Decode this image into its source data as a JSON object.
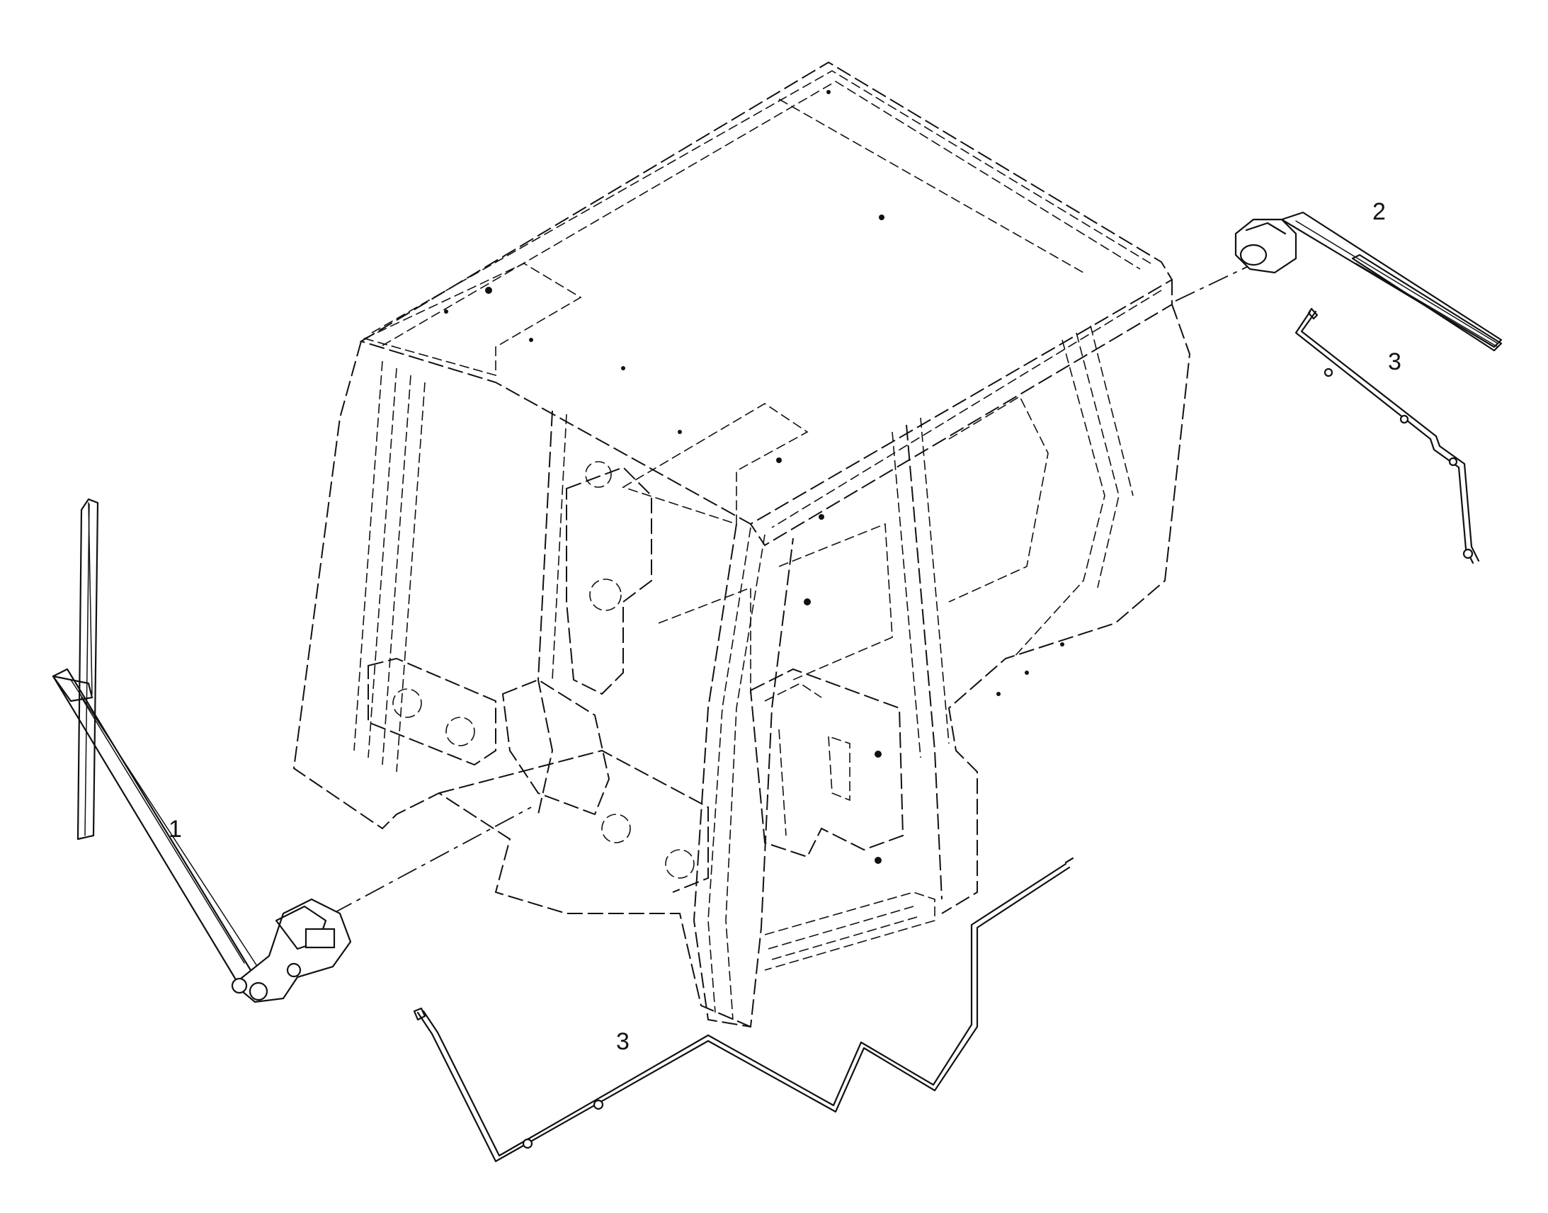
{
  "callouts": [
    {
      "id": "1",
      "label": "1"
    },
    {
      "id": "2",
      "label": "2"
    },
    {
      "id": "3",
      "label": "3"
    },
    {
      "id": "4",
      "label": "3"
    }
  ]
}
